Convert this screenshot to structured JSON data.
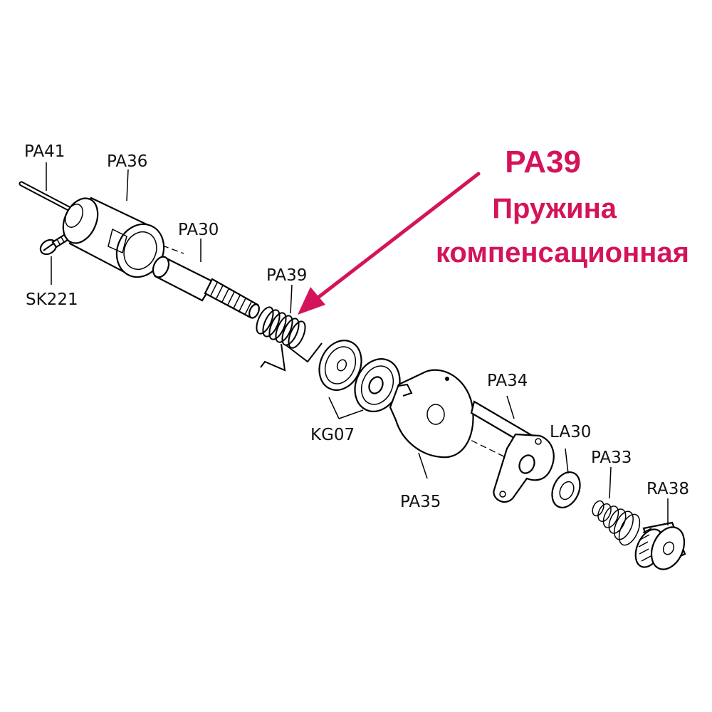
{
  "parts": {
    "pa41": "PA41",
    "pa36": "PA36",
    "pa30": "PA30",
    "sk221": "SK221",
    "pa39": "PA39",
    "kg07": "KG07",
    "pa35": "PA35",
    "pa34": "PA34",
    "la30": "LA30",
    "pa33": "PA33",
    "ra38": "RA38"
  },
  "callout": {
    "code": "PA39",
    "line1": "Пружина",
    "line2": "компенсационная",
    "color": "#d4145a"
  }
}
